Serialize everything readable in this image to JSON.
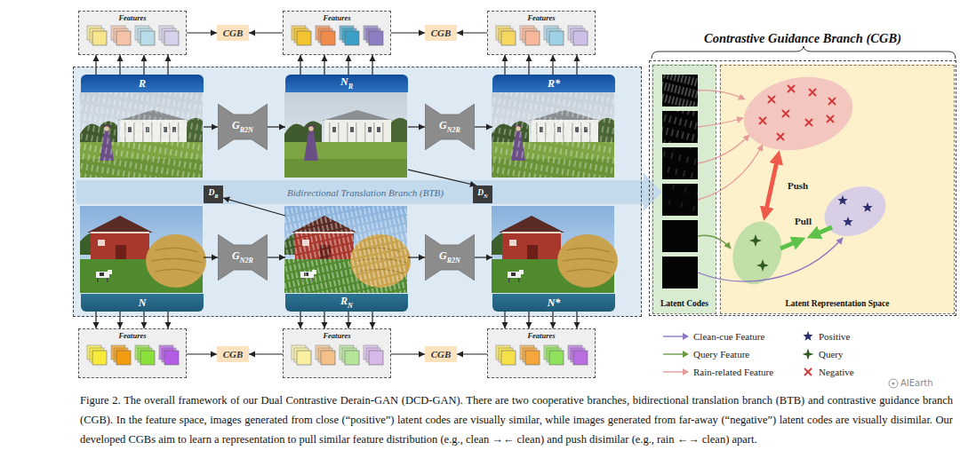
{
  "diagram": {
    "caption": "Figure 2. The overall framework of our Dual Contrastive Derain-GAN (DCD-GAN). There are two cooperative branches, bidirectional translation branch (BTB) and contrastive guidance branch (CGB). In the feature space, images generated from close (“positive”) latent codes are visually similar, while images generated from far-away (“negative”) latent codes are visually disimilar. Our developed CGBs aim to learn a representation to pull similar feature distribution (e.g., clean →← clean) and push disimilar (e.g., rain ←→ clean) apart.",
    "nodes": [
      {
        "text": [
          "Features"
        ]
      },
      {
        "text": [
          "CGB"
        ]
      },
      {
        "text": [
          "Features"
        ]
      },
      {
        "text": [
          "CGB"
        ]
      },
      {
        "text": [
          "Features"
        ]
      },
      {
        "text": [
          "Bidirectional Translation Branch (BTB)"
        ]
      },
      {
        "text": [
          "R"
        ],
        "in": 5
      },
      {
        "text": [
          "G",
          "R2N"
        ],
        "in": 5
      },
      {
        "text": [
          "N",
          "R"
        ],
        "in": 5
      },
      {
        "text": [
          "G",
          "N2R"
        ],
        "in": 5
      },
      {
        "text": [
          "R*"
        ],
        "in": 5
      },
      {
        "text": [
          "D",
          "R"
        ],
        "in": 5
      },
      {
        "text": [
          "D",
          "N"
        ],
        "in": 5
      },
      {
        "text": [
          "N"
        ],
        "in": 5
      },
      {
        "text": [
          "G",
          "N2R"
        ],
        "in": 5
      },
      {
        "text": [
          "R",
          "N"
        ],
        "in": 5
      },
      {
        "text": [
          "G",
          "R2N"
        ],
        "in": 5
      },
      {
        "text": [
          "N*"
        ],
        "in": 5
      },
      {
        "text": [
          "Features"
        ]
      },
      {
        "text": [
          "CGB"
        ]
      },
      {
        "text": [
          "Features"
        ]
      },
      {
        "text": [
          "CGB"
        ]
      },
      {
        "text": [
          "Features"
        ]
      },
      {
        "text": [
          "Contrastive Guidance Branch (CGB)"
        ]
      },
      {
        "text": [
          "Latent Codes"
        ],
        "in": 23
      },
      {
        "text": [
          "Latent Representation Space"
        ],
        "in": 23
      }
    ],
    "edges": [
      {
        "from": 0,
        "to": 1,
        "arrow": "to"
      },
      {
        "from": 2,
        "to": 1,
        "arrow": "to"
      },
      {
        "from": 2,
        "to": 3,
        "arrow": "to"
      },
      {
        "from": 4,
        "to": 3,
        "arrow": "to"
      },
      {
        "from": 6,
        "to": 0,
        "arrow": "to"
      },
      {
        "from": 8,
        "to": 2,
        "arrow": "to"
      },
      {
        "from": 10,
        "to": 4,
        "arrow": "to"
      },
      {
        "from": 6,
        "to": 7,
        "arrow": "to"
      },
      {
        "from": 7,
        "to": 8,
        "arrow": "to"
      },
      {
        "from": 8,
        "to": 9,
        "arrow": "to"
      },
      {
        "from": 9,
        "to": 10,
        "arrow": "to"
      },
      {
        "from": 8,
        "to": 12,
        "arrow": "to"
      },
      {
        "from": 15,
        "to": 11,
        "arrow": "to"
      },
      {
        "from": 13,
        "to": 14,
        "arrow": "to"
      },
      {
        "from": 14,
        "to": 15,
        "arrow": "to"
      },
      {
        "from": 15,
        "to": 16,
        "arrow": "to"
      },
      {
        "from": 16,
        "to": 17,
        "arrow": "to"
      },
      {
        "from": 13,
        "to": 18,
        "arrow": "to"
      },
      {
        "from": 15,
        "to": 20,
        "arrow": "to"
      },
      {
        "from": 17,
        "to": 22,
        "arrow": "to"
      },
      {
        "from": 18,
        "to": 19,
        "arrow": "to"
      },
      {
        "from": 20,
        "to": 19,
        "arrow": "to"
      },
      {
        "from": 20,
        "to": 21,
        "arrow": "to"
      },
      {
        "from": 22,
        "to": 21,
        "arrow": "to"
      }
    ],
    "labels": [
      "Push",
      "Pull",
      "AIEarth"
    ],
    "legend": [
      {
        "text": "Clean-cue Feature"
      },
      {
        "text": "Query Feature"
      },
      {
        "text": "Rain-related Feature"
      },
      {
        "text": "Positive"
      },
      {
        "text": "Query"
      },
      {
        "text": "Negative"
      }
    ]
  }
}
